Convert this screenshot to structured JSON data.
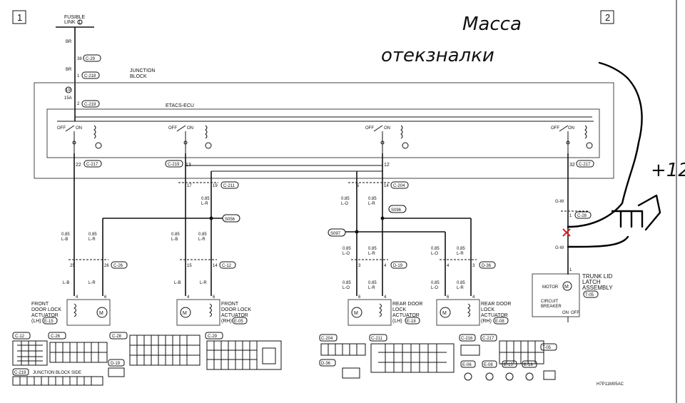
{
  "page": {
    "left_number": "1",
    "right_number": "2",
    "footer_code": "H7P11M05AC"
  },
  "fusible_link": {
    "label_line1": "FUSIBLE",
    "label_line2": "LINK",
    "num": "1",
    "wire1": "BR",
    "pin": "38",
    "conn": "C-29",
    "wire2": "BR",
    "pin2": "1",
    "conn2": "C-218"
  },
  "junction_block": {
    "label_line1": "JUNCTION",
    "label_line2": "BLOCK",
    "fuse_num": "19",
    "fuse_amp": "15A",
    "pin": "2",
    "conn": "C-219"
  },
  "etacs": {
    "label": "ETACS-ECU",
    "off": "OFF",
    "on": "ON"
  },
  "outputs": [
    {
      "pin": "22",
      "conn": "C-217"
    },
    {
      "pin": "13",
      "conn": "C-219"
    },
    {
      "pin": "12",
      "conn": ""
    },
    {
      "pin": "32",
      "conn": "C-217"
    }
  ],
  "splices": {
    "s056": "S056",
    "s096": "S096",
    "s097": "S097"
  },
  "wires": {
    "lb": "L-B",
    "lr": "L-R",
    "lo": "L-O",
    "gw": "G-W",
    "g085": "0.85",
    "pin17": "17",
    "pin19": "19",
    "conn211": "C-211",
    "pin5": "5",
    "pin14": "14",
    "conn204": "C-204",
    "pin1": "1",
    "conn28": "C-28",
    "pin25": "25",
    "pin26": "26",
    "conn26": "C-26",
    "pin15": "15",
    "pin14b": "14",
    "conn12": "C-12",
    "pin3": "3",
    "pin4": "4",
    "conn19": "D-19",
    "conn36": "D-36",
    "pin4b": "4",
    "pin6": "6"
  },
  "actuators": [
    {
      "l1": "FRONT",
      "l2": "DOOR LOCK",
      "l3": "ACTUATOR",
      "l4": "(LH)",
      "conn": "E-15"
    },
    {
      "l1": "FRONT",
      "l2": "DOOR LOCK",
      "l3": "ACTUATOR",
      "l4": "(RH)",
      "conn": "E-05"
    },
    {
      "l1": "REAR DOOR",
      "l2": "LOCK",
      "l3": "ACTUATOR",
      "l4": "(LH)",
      "conn": "E-18"
    },
    {
      "l1": "REAR DOOR",
      "l2": "LOCK",
      "l3": "ACTUATOR",
      "l4": "(RH)",
      "conn": "E-08"
    }
  ],
  "trunk": {
    "l1": "TRUNK LID",
    "l2": "LATCH",
    "l3": "ASSEMBLY",
    "conn": "T-05",
    "motor": "MOTOR",
    "cb1": "CIRCUIT",
    "cb2": "BREAKER",
    "on": "ON",
    "off": "OFF"
  },
  "connectors_bottom": {
    "c12": "C-12",
    "c26": "C-26",
    "c28": "C-28",
    "c29": "C-29",
    "d19": "D-19",
    "c219": "C-219",
    "jb_side": "JUNCTION BLOCK SIDE",
    "c204": "C-204",
    "c211": "C-211",
    "c216": "C-216",
    "c217": "C-217",
    "t05": "T-05",
    "d36": "D-36",
    "e08": "E-08",
    "e15": "E-15",
    "e18": "E-18",
    "e06": "E-06"
  },
  "handwriting": {
    "top": "Масса",
    "second": "отекзналки",
    "plus12": "+12"
  }
}
